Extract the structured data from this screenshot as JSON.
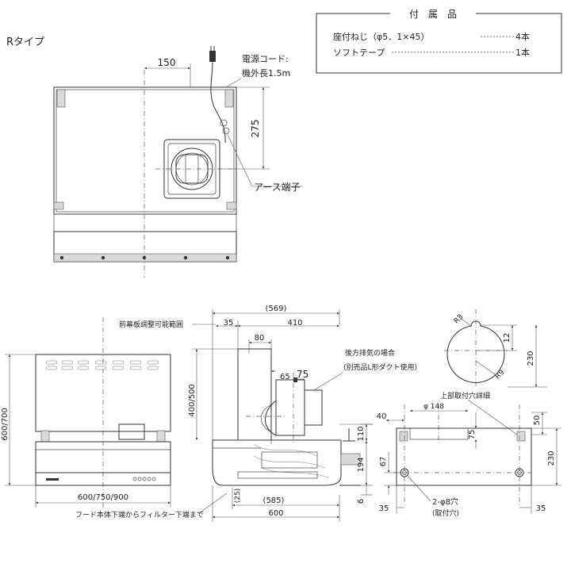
{
  "type_label": "Rタイプ",
  "accessories": {
    "title": "付　属　品",
    "rows": [
      {
        "name": "座付ねじ（φ5．1×45）",
        "qty": "4本"
      },
      {
        "name": "ソフトテープ",
        "qty": "1本"
      }
    ]
  },
  "top_view": {
    "cord_label_1": "電源コード:",
    "cord_label_2": "機外長1.5m",
    "earth_label": "アース端子",
    "dim_150": "150",
    "dim_275": "275"
  },
  "front_view": {
    "panel_label": "前幕板調整可能範囲",
    "dim_height": "600/700",
    "dim_width": "600/750/900",
    "filter_label": "フード本体下端からフィルター下端まで"
  },
  "side_view": {
    "dim_569": "(569)",
    "dim_35": "35",
    "dim_410": "410",
    "dim_80": "80",
    "dim_400_500": "400/500",
    "rear_label_1": "後方排気の場合",
    "rear_label_2": "(別売品L形ダクト使用)",
    "dim_65": "65",
    "dim_75": "75",
    "dim_110": "110",
    "dim_194": "194",
    "dim_6": "6",
    "dim_25": "(25)",
    "dim_585": "(585)",
    "dim_600": "600"
  },
  "detail_view": {
    "r3": "R3",
    "r9": "R9",
    "dim_12": "12",
    "dim_230": "230",
    "detail_label": "上部取付穴詳細"
  },
  "back_view": {
    "dim_148": "φ 148",
    "dim_40": "40",
    "dim_50": "50",
    "dim_75": "75",
    "dim_67": "67",
    "dim_230": "230",
    "dim_35_left": "35",
    "dim_35_right": "35",
    "hole_label": "2-φ8穴",
    "hole_sub": "(取付穴)"
  }
}
